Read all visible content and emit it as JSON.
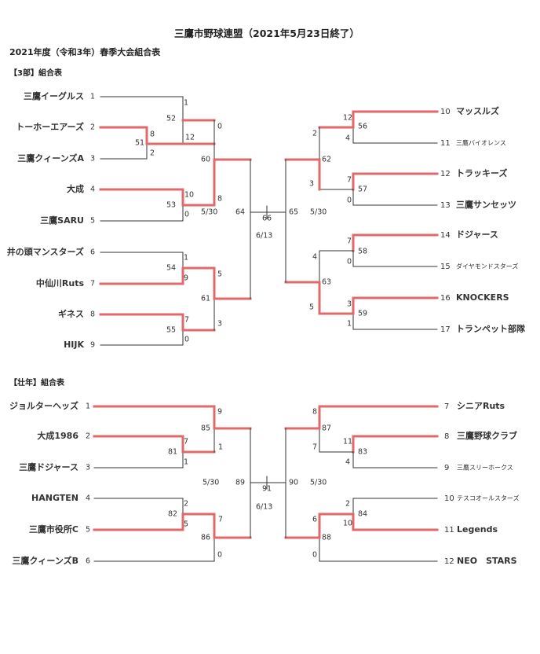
{
  "header": {
    "title": "三鷹市野球連盟（2021年5月23日終了）",
    "subtitle": "2021年度（令和3年）春季大会組合表"
  },
  "div3": {
    "label": "【3部】組合表",
    "left_teams": [
      {
        "no": "1",
        "name": "三鷹イーグルス"
      },
      {
        "no": "2",
        "name": "トーホーエアーズ"
      },
      {
        "no": "3",
        "name": "三鷹クィーンズA"
      },
      {
        "no": "4",
        "name": "大成"
      },
      {
        "no": "5",
        "name": "三鷹SARU"
      },
      {
        "no": "6",
        "name": "井の頭マンスターズ"
      },
      {
        "no": "7",
        "name": "中仙川Ruts"
      },
      {
        "no": "8",
        "name": "ギネス"
      },
      {
        "no": "9",
        "name": "HIJK"
      }
    ],
    "right_teams": [
      {
        "no": "10",
        "name": "マッスルズ"
      },
      {
        "no": "11",
        "name": "三鷹バイオレンス"
      },
      {
        "no": "12",
        "name": "トラッキーズ"
      },
      {
        "no": "13",
        "name": "三鷹サンセッツ"
      },
      {
        "no": "14",
        "name": "ドジャース"
      },
      {
        "no": "15",
        "name": "ダイヤモンドスターズ"
      },
      {
        "no": "16",
        "name": "KNOCKERS"
      },
      {
        "no": "17",
        "name": "トランペット部隊"
      }
    ],
    "scores": {
      "s1": "1",
      "s2": "8",
      "s3": "2",
      "s52a": "12",
      "s4": "10",
      "s5": "0",
      "s53a": "8",
      "s52b": "0",
      "s6": "1",
      "s7": "9",
      "s54": "5",
      "s8": "7",
      "s9": "0",
      "s55": "3",
      "s10": "12",
      "s11": "4",
      "s12": "7",
      "s13": "0",
      "s56": "2",
      "s57": "3",
      "s14": "7",
      "s15": "0",
      "s16": "3",
      "s17": "1",
      "s58": "4",
      "s59": "5"
    },
    "games": {
      "g51": "51",
      "g52": "52",
      "g53": "53",
      "g54": "54",
      "g55": "55",
      "g56": "56",
      "g57": "57",
      "g58": "58",
      "g59": "59",
      "g60": "60",
      "g61": "61",
      "g62": "62",
      "g63": "63",
      "g64": "64",
      "g65": "65",
      "g66": "66"
    },
    "dates": {
      "left": "5/30",
      "right": "5/30",
      "final": "6/13"
    }
  },
  "masters": {
    "label": "【壮年】組合表",
    "left_teams": [
      {
        "no": "1",
        "name": "ジョルターヘッズ"
      },
      {
        "no": "2",
        "name": "大成1986"
      },
      {
        "no": "3",
        "name": "三鷹ドジャース"
      },
      {
        "no": "4",
        "name": "HANGTEN"
      },
      {
        "no": "5",
        "name": "三鷹市役所C"
      },
      {
        "no": "6",
        "name": "三鷹クィーンズB"
      }
    ],
    "right_teams": [
      {
        "no": "7",
        "name": "シニアRuts"
      },
      {
        "no": "8",
        "name": "三鷹野球クラブ"
      },
      {
        "no": "9",
        "name": "三鷹スリーホークス"
      },
      {
        "no": "10",
        "name": "テスコオールスターズ"
      },
      {
        "no": "11",
        "name": "Legends"
      },
      {
        "no": "12",
        "name": "NEO　STARS"
      }
    ],
    "scores": {
      "s1": "9",
      "s2": "7",
      "s3": "1",
      "s81": "1",
      "s4": "2",
      "s5": "5",
      "s6": "0",
      "s82": "7",
      "s7": "8",
      "s8": "11",
      "s9": "4",
      "s83": "7",
      "s10": "2",
      "s11": "10",
      "s12": "0",
      "s84": "6"
    },
    "games": {
      "g81": "81",
      "g82": "82",
      "g83": "83",
      "g84": "84",
      "g85": "85",
      "g86": "86",
      "g87": "87",
      "g88": "88",
      "g89": "89",
      "g90": "90",
      "g91": "91"
    },
    "dates": {
      "left": "5/30",
      "right": "5/30",
      "final": "6/13"
    }
  },
  "colors": {
    "win_line": "#e06a6a",
    "line": "#333333",
    "text": "#222222"
  }
}
